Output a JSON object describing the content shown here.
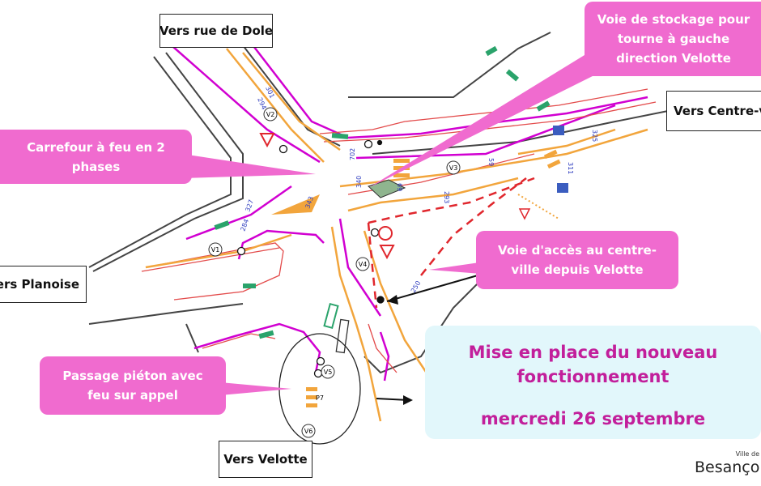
{
  "destinations": {
    "dole": "Vers rue de Dole",
    "centre": "Vers Centre-ville",
    "planoise": "Vers Planoise",
    "velotte": "Vers Velotte"
  },
  "callouts": {
    "stockage": [
      "Voie de stockage pour",
      "tourne à gauche",
      "direction Velotte"
    ],
    "carrefour": [
      "Carrefour à feu en 2",
      "phases"
    ],
    "acces": [
      "Voie d'accès au centre-",
      "ville depuis Velotte"
    ],
    "pieton": [
      "Passage piéton avec",
      "feu sur appel"
    ]
  },
  "announcement": {
    "line1": "Mise en place du nouveau",
    "line2": "fonctionnement",
    "date": "mercredi 26 septembre"
  },
  "logo": {
    "small": "Ville de",
    "name": "Besançon"
  },
  "signal_labels": [
    "V1",
    "V2",
    "V3",
    "V4",
    "V5",
    "V6",
    "P7"
  ],
  "dimension_labels": [
    "301",
    "294",
    "327",
    "284",
    "343",
    "702",
    "340",
    "69",
    "59",
    "293",
    "311",
    "325",
    "250"
  ],
  "colors": {
    "callout": "#f06bcf",
    "announce_bg": "#e2f7fb",
    "announce_text": "#c21f9b",
    "curb": "#d100d1",
    "lane": "#f2a53c",
    "track": "#e34b4b"
  }
}
